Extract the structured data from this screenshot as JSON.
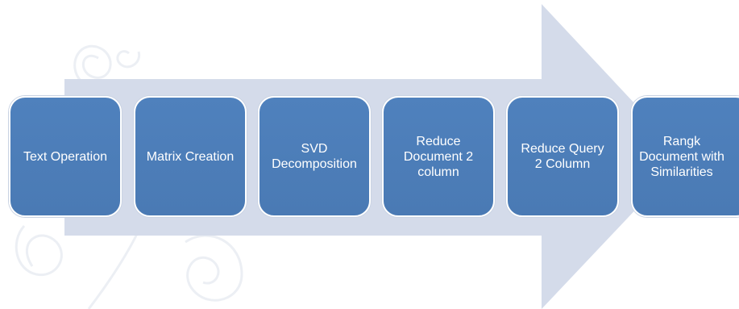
{
  "diagram": {
    "type": "process-arrow",
    "colors": {
      "arrow": "#d4dbea",
      "box_fill": "#4f81bd",
      "box_border": "#ffffff",
      "text": "#ffffff",
      "swirl": "#eceff4"
    },
    "steps": [
      {
        "label": "Text Operation"
      },
      {
        "label": "Matrix Creation"
      },
      {
        "label": "SVD Decomposition"
      },
      {
        "label": "Reduce Document 2 column"
      },
      {
        "label": "Reduce Query 2 Column"
      },
      {
        "label": "Rangk Document with Similarities"
      }
    ]
  }
}
